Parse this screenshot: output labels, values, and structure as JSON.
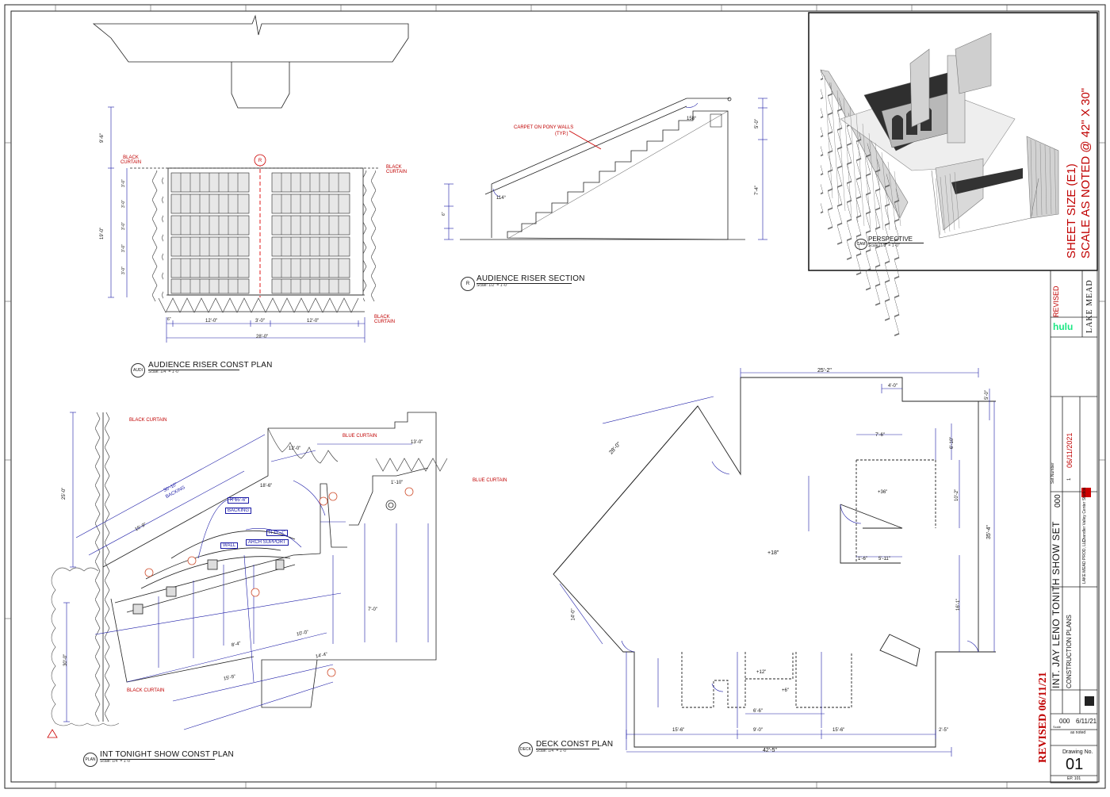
{
  "sheet_size": "SHEET SIZE (E1)",
  "sheet_scale": "SCALE AS NOTED @ 42\" X 30\"",
  "revised_stamp": "REVISED 06/11/21",
  "views": {
    "audience_plan": {
      "tag": "AUDI",
      "title": "AUDIENCE RISER CONST PLAN",
      "scale": "Scale: 1/4\" = 1'-0\""
    },
    "riser_section": {
      "tag": "R",
      "title": "AUDIENCE RISER SECTION",
      "scale": "Scale: 1/2\" = 1'-0\""
    },
    "perspective": {
      "tag": "CAM",
      "title": "PERSPECTIVE",
      "scale": "Scale: 1/8\" = 1'-0\""
    },
    "show_plan": {
      "tag": "PLAN",
      "title": "INT TONIGHT SHOW CONST PLAN",
      "scale": "Scale: 1/4\" = 1'-0\""
    },
    "deck_plan": {
      "tag": "DECK",
      "title": "DECK CONST PLAN",
      "scale": "Scale: 1/4\" = 1'-0\""
    }
  },
  "notes": {
    "black_curtain": "BLACK CURTAIN",
    "blue_curtain": "BLUE CURTAIN",
    "carpet": "CARPET ON PONY WALLS",
    "typ": "(TYP.)",
    "backing": "BACKING",
    "wall": "WALL",
    "arch": "ARCH SUPPORT"
  },
  "dims": {
    "a_6": "6\"",
    "a_12a": "12'-0\"",
    "a_3": "3'-0\"",
    "a_12b": "12'-0\"",
    "a_28": "28'-0\"",
    "a_9_6": "9'-6\"",
    "a_19": "19'-0\"",
    "a_row": "3'-0\"",
    "r_158": "158°",
    "r_5_0": "5'-0\"",
    "r_7_4": "7'-4\"",
    "r_114": "114°",
    "r_6": "6\"",
    "s_30_10": "30'-10\"",
    "s_15_9": "15'-9\"",
    "s_r15": "R 15'-6\"",
    "s_r11a": "R 11'-6\"",
    "s_r11b": "R 11'-2\"",
    "s_18_6": "18'-6\"",
    "s_12": "12'-0\"",
    "s_13": "13'-0\"",
    "s_1_10": "1'-10\"",
    "s_25": "25'-0\"",
    "s_30": "30'-0\"",
    "s_10": "10'-0\"",
    "s_14_4": "14'-4\"",
    "s_7": "7'-0\"",
    "s_15_9b": "15'-9\"",
    "s_8_4": "8'-4\"",
    "d_25_2": "25'-2\"",
    "d_4": "4'-0\"",
    "d_5": "5'-0\"",
    "d_28": "28'-0\"",
    "d_7_6": "7'-6\"",
    "d_6_10": "6'-10\"",
    "d_10_2": "10'-2\"",
    "d_35_4": "35'-4\"",
    "d_16_1": "16'-1\"",
    "d_18": "+18\"",
    "d_36": "+36\"",
    "d_12": "+12\"",
    "d_6": "+6\"",
    "d_14": "14'-0\"",
    "d_15_6a": "15'-6\"",
    "d_9": "9'-0\"",
    "d_15_6b": "15'-6\"",
    "d_2_5": "2'-5\"",
    "d_42_5": "42'-5\"",
    "d_6_6": "6'-6\"",
    "d_5_11": "5'-11\"",
    "d_1_6": "1'-6\""
  },
  "title_block": {
    "revised": "REVISED",
    "brand": "hulu",
    "company": "LAKE MEAD",
    "project_title": "INT. JAY LENO TONITH SHOW SET",
    "sheet_title": "CONSTRUCTION PLANS",
    "set_number_label": "Set Number",
    "set_number": "000",
    "rev_date": "06/11/2021",
    "rev_mark": "1",
    "producer": "LAKE MEAD PROD, LLC",
    "studio": "Chandler Valley Center Studios",
    "date_short": "6/11/21",
    "scale_label": "Scale",
    "scale_value": "as noted",
    "drawing_no_label": "Drawing No.",
    "drawing_no": "01",
    "ep": "EP. 101"
  }
}
